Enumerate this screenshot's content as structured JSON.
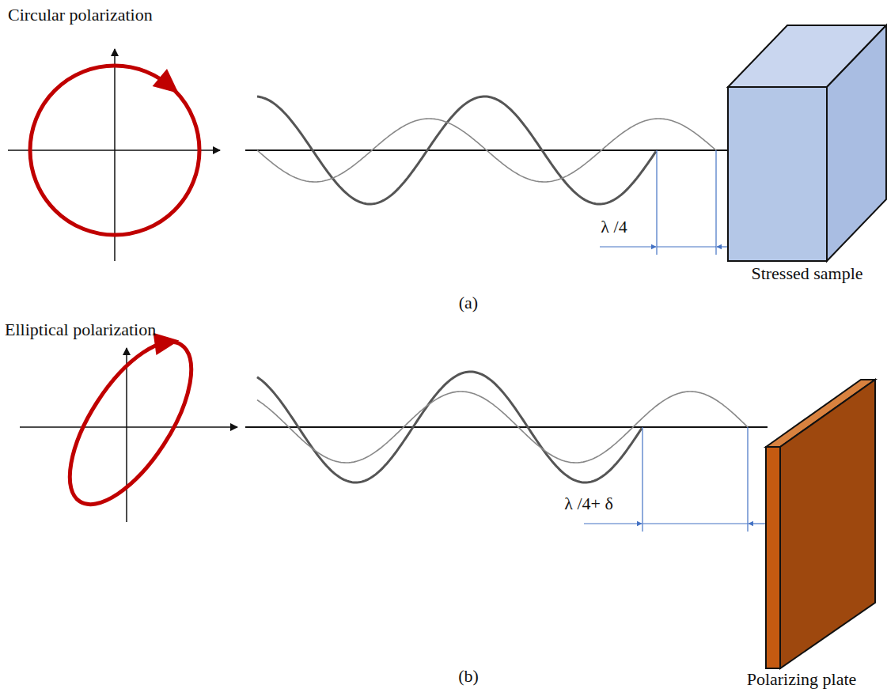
{
  "diagram": {
    "nodes": [
      {
        "text": [
          "Stressed sample"
        ]
      },
      {
        "text": [
          "Polarizing plate"
        ]
      }
    ],
    "labels": [
      "Circular polarization",
      "λ /4",
      "(a)",
      "Elliptical polarization",
      "λ /4+ δ",
      "(b)"
    ]
  }
}
